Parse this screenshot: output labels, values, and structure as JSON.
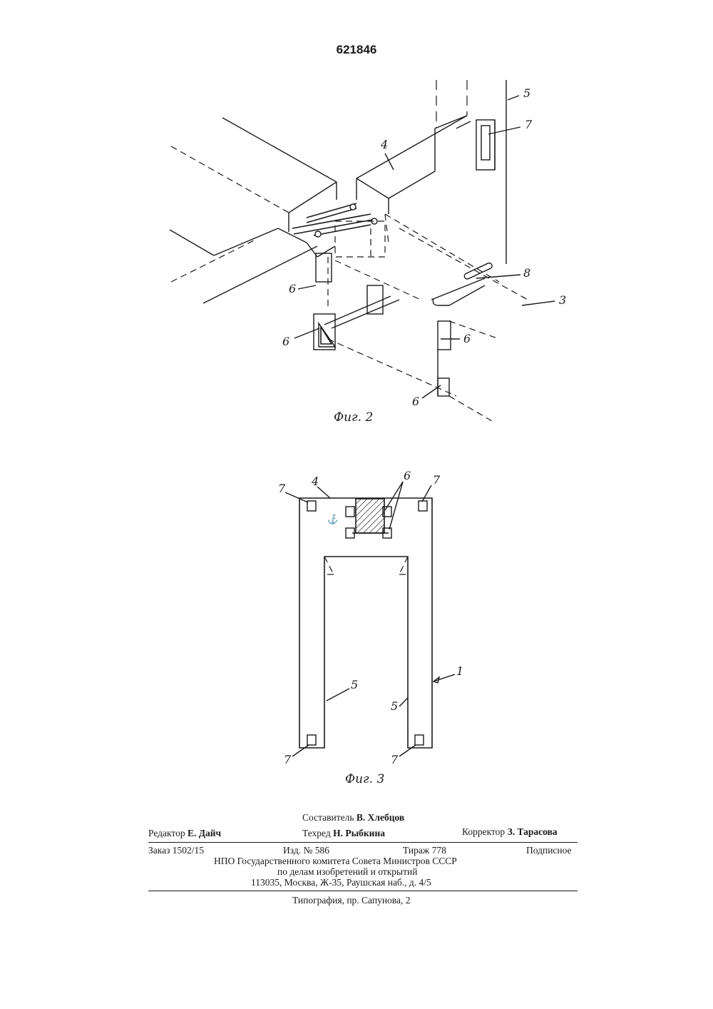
{
  "patent_number": "621846",
  "figures": {
    "fig2": {
      "caption": "Фиг. 2",
      "labels": {
        "l5": "5",
        "l7": "7",
        "l4": "4",
        "l8": "8",
        "l3": "3",
        "l6a": "6",
        "l6b": "6",
        "l6c": "6",
        "l6d": "6"
      }
    },
    "fig3": {
      "caption": "Фиг. 3",
      "labels": {
        "l7a": "7",
        "l4": "4",
        "l6": "6",
        "l7b": "7",
        "l1": "1",
        "l5a": "5",
        "l5b": "5",
        "l7c": "7",
        "l7d": "7"
      }
    }
  },
  "imprint": {
    "compiler_label": "Составитель",
    "compiler_name": "В. Хлебцов",
    "editor_label": "Редактор",
    "editor_name": "Е. Дайч",
    "techred_label": "Техред",
    "techred_name": "Н. Рыбкина",
    "corrector_label": "Корректор",
    "corrector_name": "З. Тарасова",
    "order": "Заказ 1502/15",
    "edition": "Изд. № 586",
    "circulation": "Тираж 778",
    "subscription": "Подписное",
    "org_line1": "НПО Государственного комитета Совета Министров СССР",
    "org_line2": "по делам изобретений и открытий",
    "address": "113035, Москва, Ж-35, Раушская наб., д. 4/5",
    "printer": "Типография, пр. Сапунова, 2"
  }
}
